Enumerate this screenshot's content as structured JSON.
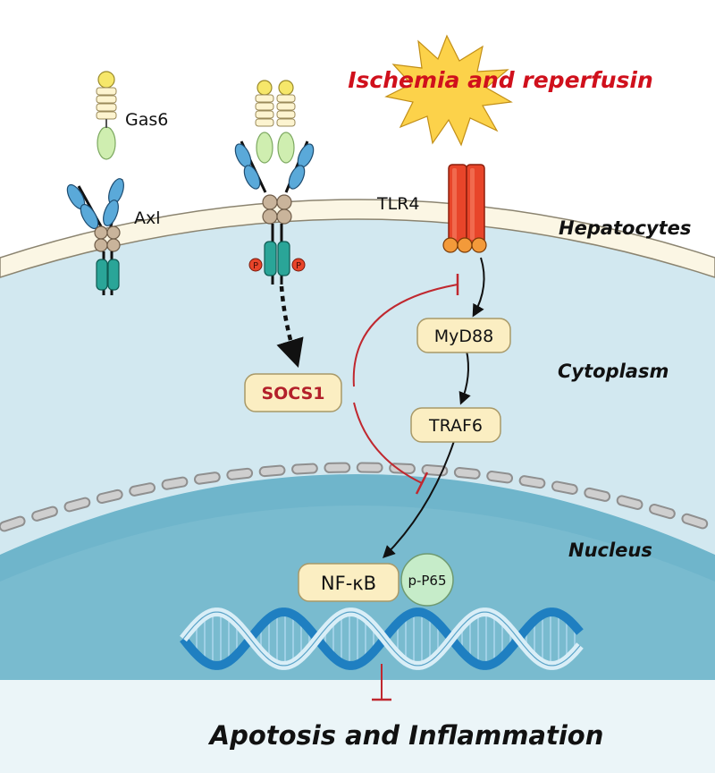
{
  "labels": {
    "stress": "Ischemia and reperfusin",
    "ligand": "Gas6",
    "receptor": "Axl",
    "tlr": "TLR4",
    "cell": "Hepatocytes",
    "cytoplasm": "Cytoplasm",
    "nucleus": "Nucleus",
    "outcome": "Apotosis and Inflammation",
    "phospho": "P"
  },
  "nodes": {
    "socs1": "SOCS1",
    "myd88": "MyD88",
    "traf6": "TRAF6",
    "nfkb": "NF-κB",
    "pp65": "p-P65"
  },
  "colors": {
    "stress_text": "#d0101c",
    "socs1_text": "#b3202a",
    "inhibition": "#c0282f",
    "activation": "#111111",
    "node_fill": "#fbeec2",
    "node_stroke": "#a89968",
    "cytoplasm": "#d2e8f0",
    "nucleus": "#6fb5cb",
    "membrane": "#fbf6e4",
    "tlr4": "#e8452a",
    "fibronectin": "#5aa9d9",
    "ig_domain": "#c9b49b",
    "kinase": "#2aa598",
    "gas6_gla": "#f6e76a",
    "gas6_lg": "#cfeeb0",
    "pp65_fill": "#c6ecc9",
    "starburst": "#fcd24a"
  },
  "edges": [
    {
      "from": "Axl-Gas6",
      "to": "SOCS1",
      "type": "induction"
    },
    {
      "from": "TLR4",
      "to": "MyD88",
      "type": "activation"
    },
    {
      "from": "MyD88",
      "to": "TRAF6",
      "type": "activation"
    },
    {
      "from": "TRAF6",
      "to": "NF-κB",
      "type": "activation"
    },
    {
      "from": "SOCS1",
      "to": "TLR4",
      "type": "inhibition"
    },
    {
      "from": "SOCS1",
      "to": "TRAF6",
      "type": "inhibition"
    },
    {
      "from": "DNA",
      "to": "Apotosis and Inflammation",
      "type": "inhibition"
    }
  ]
}
